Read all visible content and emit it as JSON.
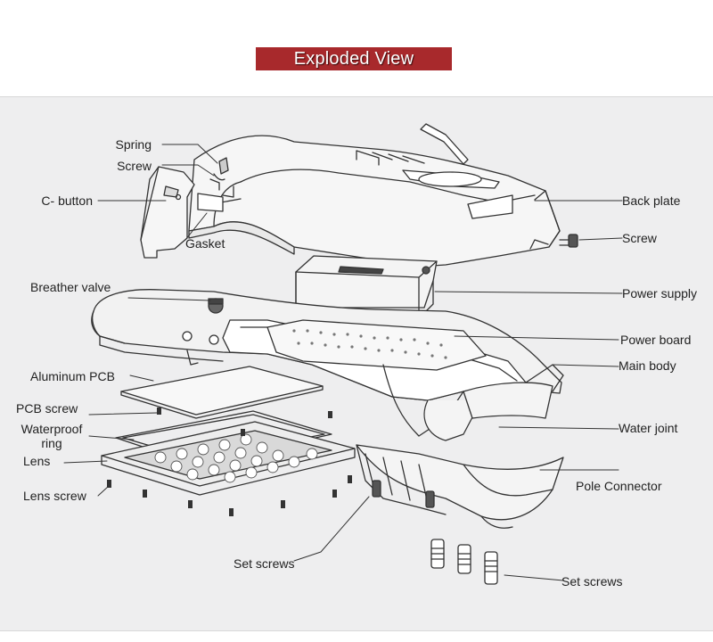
{
  "title": "Exploded View",
  "labels": {
    "spring": "Spring",
    "screw_left": "Screw",
    "c_button": "C- button",
    "gasket": "Gasket",
    "breather_valve": "Breather valve",
    "aluminum_pcb": "Aluminum PCB",
    "pcb_screw": "PCB screw",
    "waterproof_ring_line1": "Waterproof",
    "waterproof_ring_line2": "ring",
    "lens": "Lens",
    "lens_screw": "Lens screw",
    "set_screws_left": "Set screws",
    "back_plate": "Back plate",
    "screw_right": "Screw",
    "power_supply": "Power supply",
    "power_board": "Power board",
    "main_body": "Main body",
    "water_joint": "Water joint",
    "pole_connector": "Pole Connector",
    "set_screws_right": "Set screws"
  },
  "colors": {
    "banner": "#a8292c",
    "panel": "#eeeeef",
    "line": "#333333"
  }
}
